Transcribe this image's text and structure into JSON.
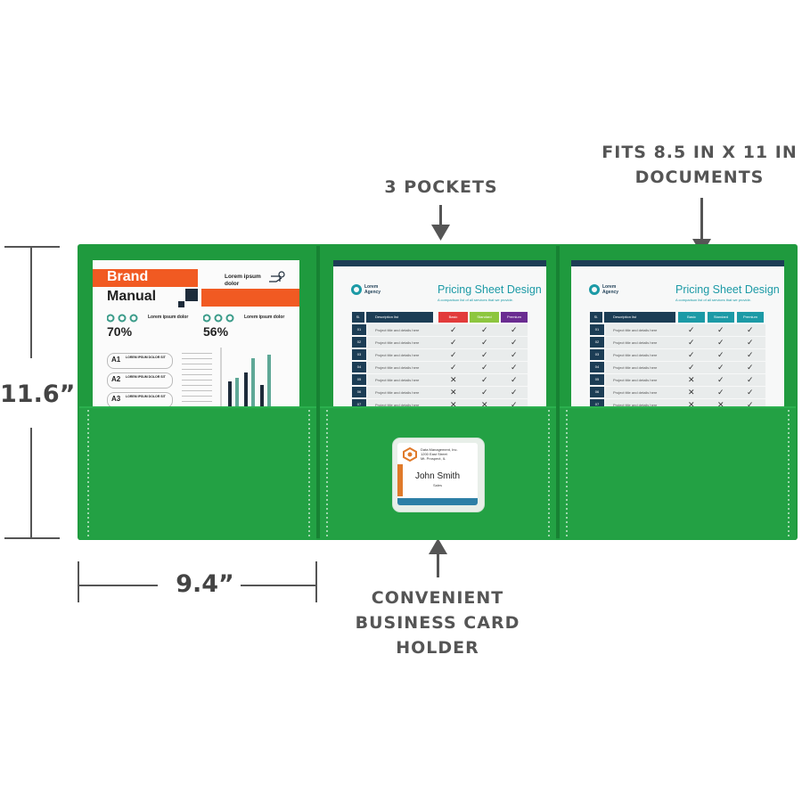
{
  "callouts": {
    "pockets": "3 POCKETS",
    "fits_line1": "FITS 8.5 IN X 11 IN",
    "fits_line2": "DOCUMENTS",
    "card_line1": "CONVENIENT",
    "card_line2": "BUSINESS CARD",
    "card_line3": "HOLDER"
  },
  "dimensions": {
    "height": "11.6”",
    "width": "9.4”"
  },
  "brochure": {
    "title_line1": "Brand",
    "title_line2": "Manual",
    "lorem_heading": "Lorem ipsum dolor",
    "stat1": "70%",
    "stat2": "56%",
    "stat_label1": "Lorem ipsum dolor",
    "stat_label2": "Lorem ipsum dolor",
    "item_a1": "A1",
    "item_a2": "A2",
    "item_a3": "A3",
    "item_text": "LOREM IPSUM DOLOR SIT"
  },
  "pricing": {
    "brand": "Lorem Agency",
    "title": "Pricing Sheet Design",
    "subtitle": "A comparison list of all services that we provide.",
    "col_num": "Sl.",
    "col_desc": "Description list",
    "col_basic": "Basic",
    "col_standard": "Standard",
    "col_premium": "Premium",
    "row_text": "Project title and details here",
    "rows": [
      "01",
      "02",
      "03",
      "04",
      "05",
      "06",
      "07"
    ],
    "checks_left": [
      [
        "✓",
        "✓",
        "✓"
      ],
      [
        "✓",
        "✓",
        "✓"
      ],
      [
        "✓",
        "✓",
        "✓"
      ],
      [
        "✓",
        "✓",
        "✓"
      ],
      [
        "✕",
        "✓",
        "✓"
      ],
      [
        "✕",
        "✓",
        "✓"
      ],
      [
        "✕",
        "✕",
        "✓"
      ]
    ],
    "checks_right": [
      [
        "✓",
        "✓",
        "✓"
      ],
      [
        "✓",
        "✓",
        "✓"
      ],
      [
        "✓",
        "✓",
        "✓"
      ],
      [
        "✓",
        "✓",
        "✓"
      ],
      [
        "✕",
        "✓",
        "✓"
      ],
      [
        "✕",
        "✓",
        "✓"
      ],
      [
        "✕",
        "✕",
        "✓"
      ]
    ]
  },
  "business_card": {
    "company": "Data Management, Inc.",
    "street": "1200 East Street",
    "city": "Mt. Prospect, IL",
    "name": "John Smith",
    "title": "Sales"
  },
  "colors": {
    "folder_green": "#1f9a3e",
    "callout_gray": "#555555",
    "accent_teal": "#1c9aa6",
    "brochure_orange": "#f15a22"
  }
}
